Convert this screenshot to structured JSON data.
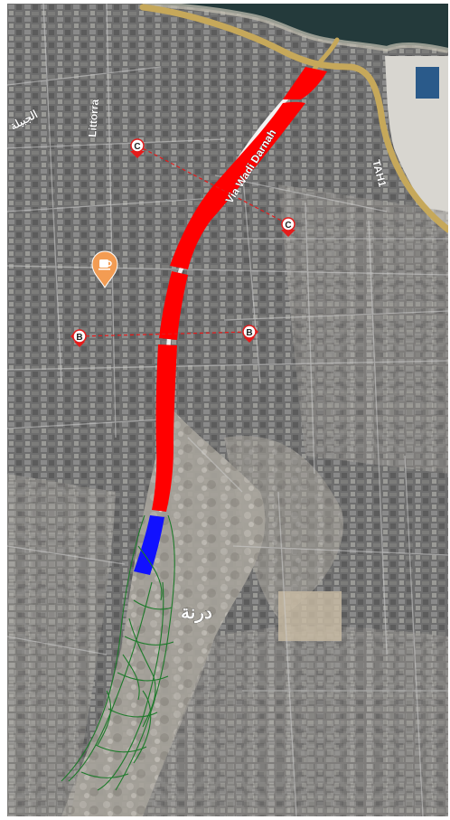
{
  "map": {
    "labels": {
      "via_wadi_darnah": "Via Wadi Darnah",
      "tah1": "TAH1",
      "littorra": "Littorra",
      "arabic_top_left": "الجبيلة",
      "derna": "درنة"
    },
    "section_markers": {
      "c_left": "C",
      "c_right": "C",
      "b_left": "B",
      "b_right": "B"
    },
    "icons": {
      "poi": "coffee-cup-icon"
    },
    "colors": {
      "channel_red": "#ff0000",
      "channel_blue": "#1111ff",
      "wadi_green": "#1d7a2a",
      "section_line": "#e51b1b",
      "coast_road": "#c6a85a",
      "sea": "#243a3b",
      "urban": "#6b6b6b",
      "poi_orange": "#f39c53"
    }
  }
}
